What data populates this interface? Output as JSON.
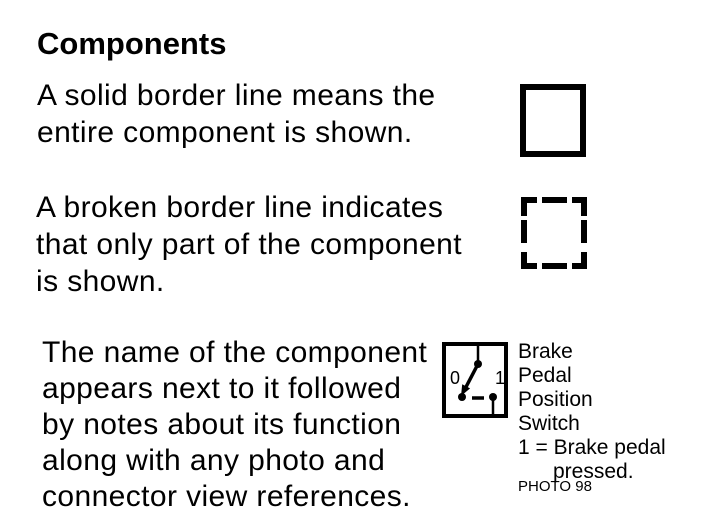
{
  "page": {
    "title": "Components"
  },
  "legend": {
    "solid": {
      "lines": [
        "A solid border line means the",
        "entire component is shown."
      ]
    },
    "broken": {
      "lines": [
        "A broken border line indicates",
        "that only part of the component",
        "is shown."
      ]
    },
    "naming": {
      "lines": [
        "The name of the component",
        "appears next to it followed",
        "by notes about its function",
        "along with any photo and",
        "connector view references."
      ]
    }
  },
  "example": {
    "switch_labels": {
      "off": "0",
      "on": "1"
    },
    "component_name_lines": [
      "Brake",
      "Pedal",
      "Position",
      "Switch"
    ],
    "note_line_1": "1 = Brake pedal",
    "note_line_2": "pressed.",
    "photo_ref": "PHOTO 98"
  },
  "colors": {
    "ink": "#000000",
    "background": "#ffffff"
  }
}
